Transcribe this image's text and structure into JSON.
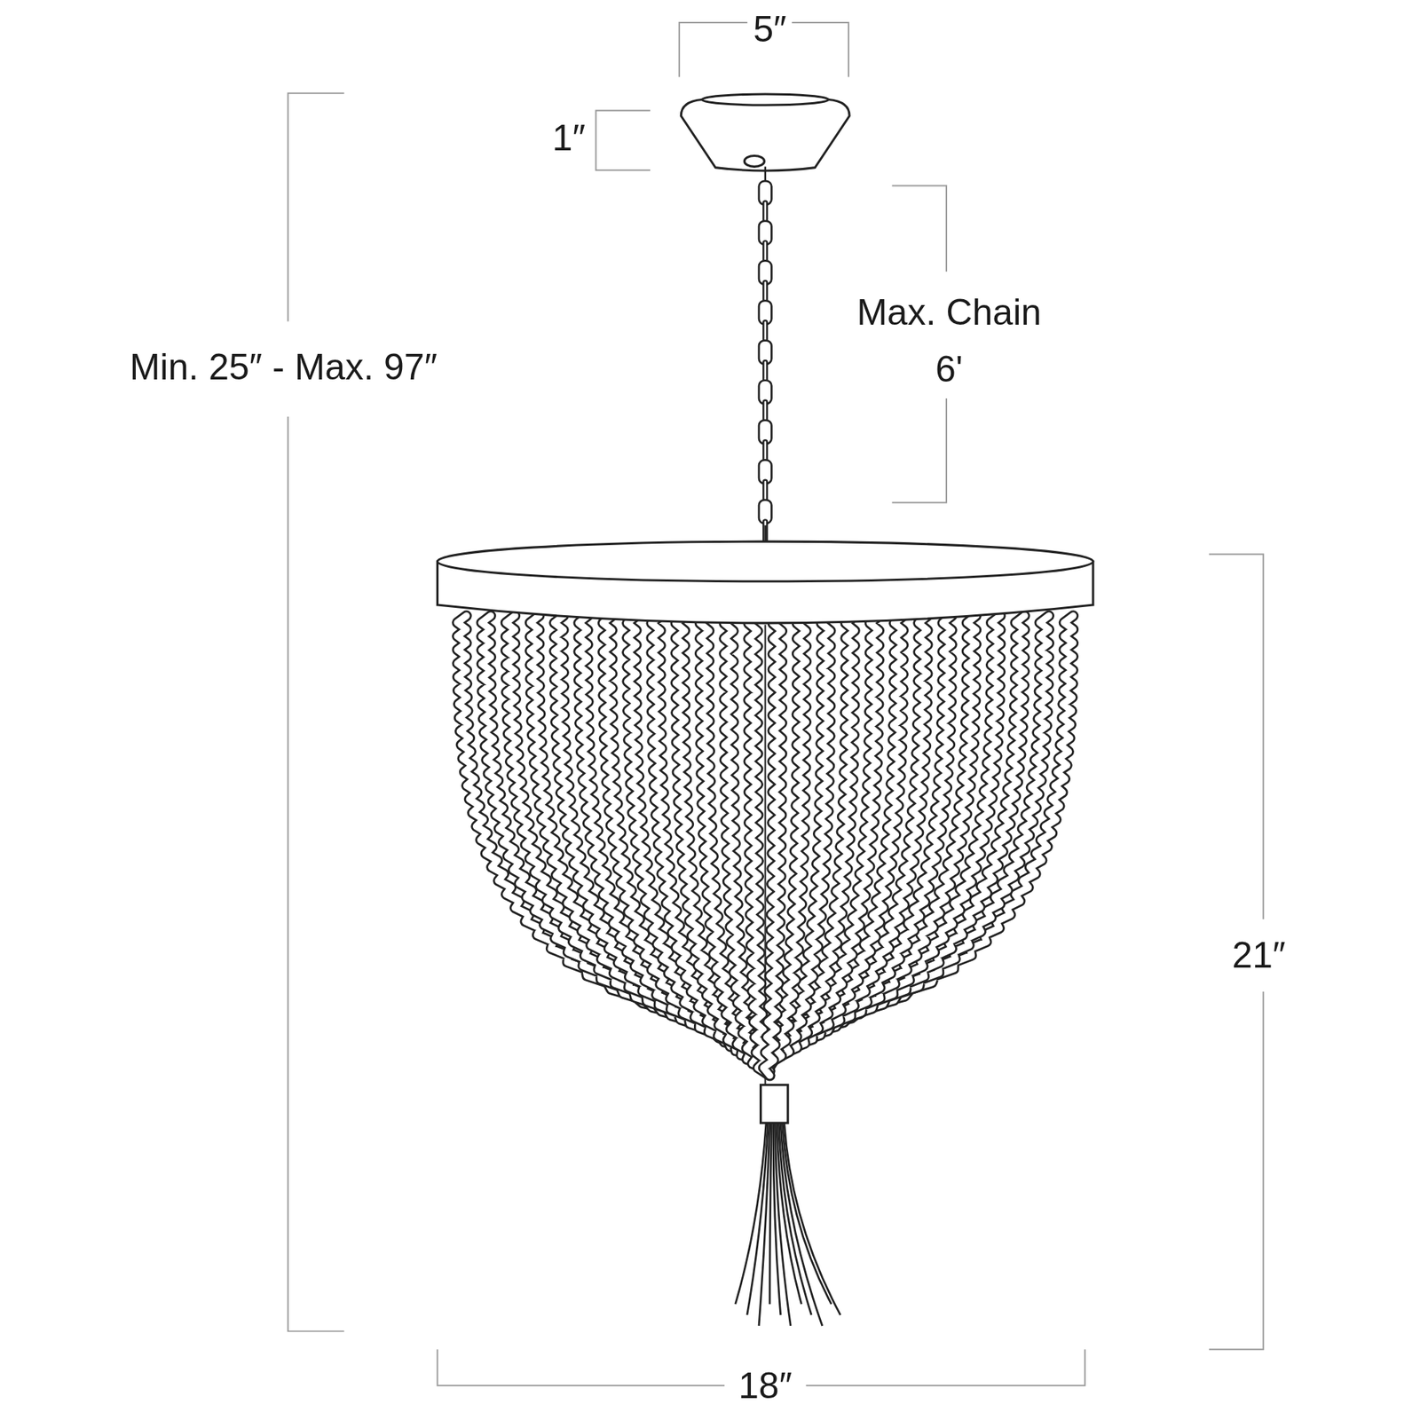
{
  "diagram": {
    "labels": [
      "5″",
      "1″",
      "Max. Chain",
      "6'",
      "Min. 25″ - Max. 97″",
      "21″",
      "18″"
    ]
  }
}
